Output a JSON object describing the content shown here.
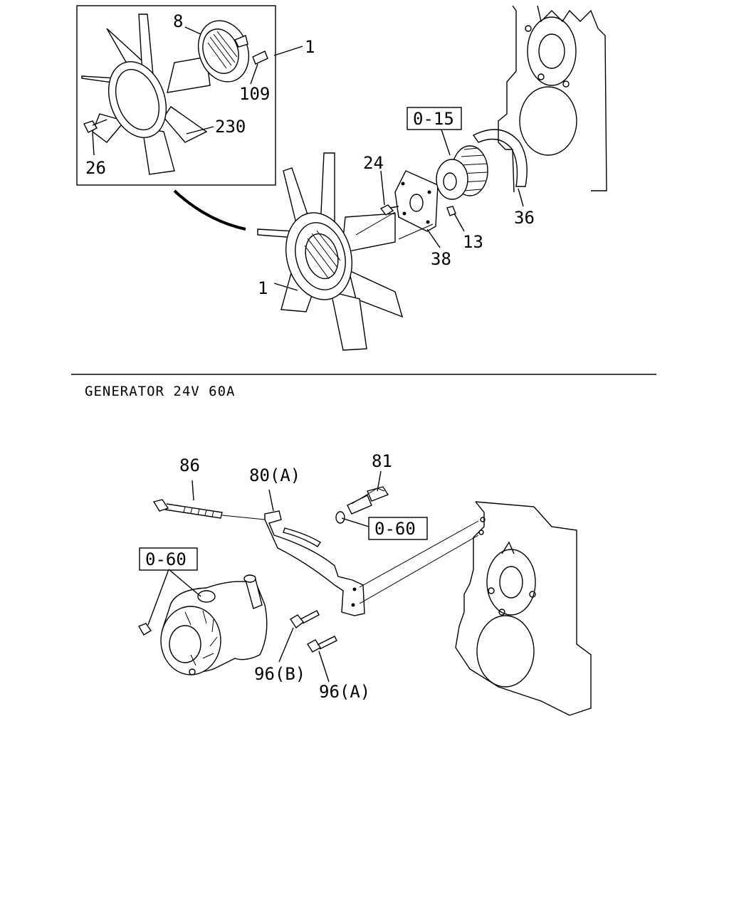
{
  "top_section": {
    "inset_labels": [
      "8",
      "1",
      "109",
      "230",
      "26"
    ],
    "main_labels": [
      "24",
      "13",
      "36",
      "38",
      "1"
    ],
    "boxed_ref": "0-15"
  },
  "generator_section": {
    "title": "GENERATOR 24V 60A",
    "labels": [
      "86",
      "80(A)",
      "81",
      "96(B)",
      "96(A)"
    ],
    "boxed_refs": [
      "0-60",
      "0-60"
    ]
  }
}
